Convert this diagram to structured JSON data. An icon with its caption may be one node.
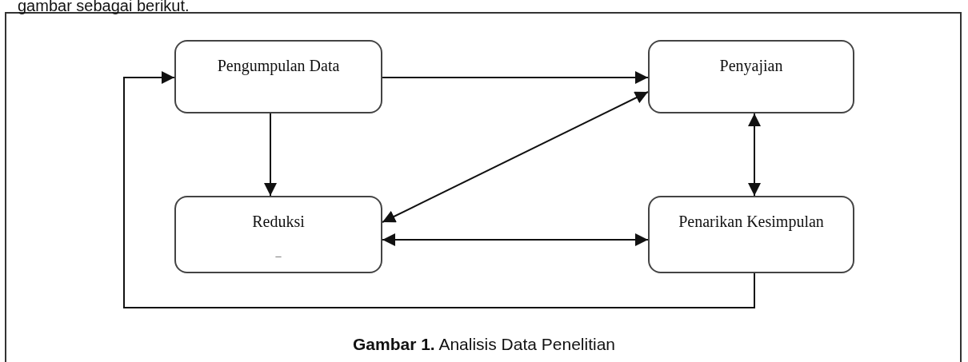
{
  "diagram": {
    "caption": "**Gambar 1.** Analisis Data Penelitian",
    "nodes": [
      {
        "text": [
          "Pengumpulan Data"
        ]
      },
      {
        "text": [
          "Penyajian"
        ]
      },
      {
        "text": [
          "Reduksi",
          "_"
        ]
      },
      {
        "text": [
          "Penarikan Kesimpulan"
        ]
      }
    ],
    "edges": [
      {
        "from": 0,
        "to": 1,
        "arrow": "to"
      },
      {
        "from": 0,
        "to": 2,
        "arrow": "to"
      },
      {
        "from": 2,
        "to": 1,
        "arrow": "both"
      },
      {
        "from": 2,
        "to": 3,
        "arrow": "both"
      },
      {
        "from": 1,
        "to": 3,
        "arrow": "both"
      },
      {
        "from": 3,
        "to": 0,
        "arrow": "to"
      }
    ],
    "labels": [
      "gambar sebagai berikut."
    ]
  }
}
